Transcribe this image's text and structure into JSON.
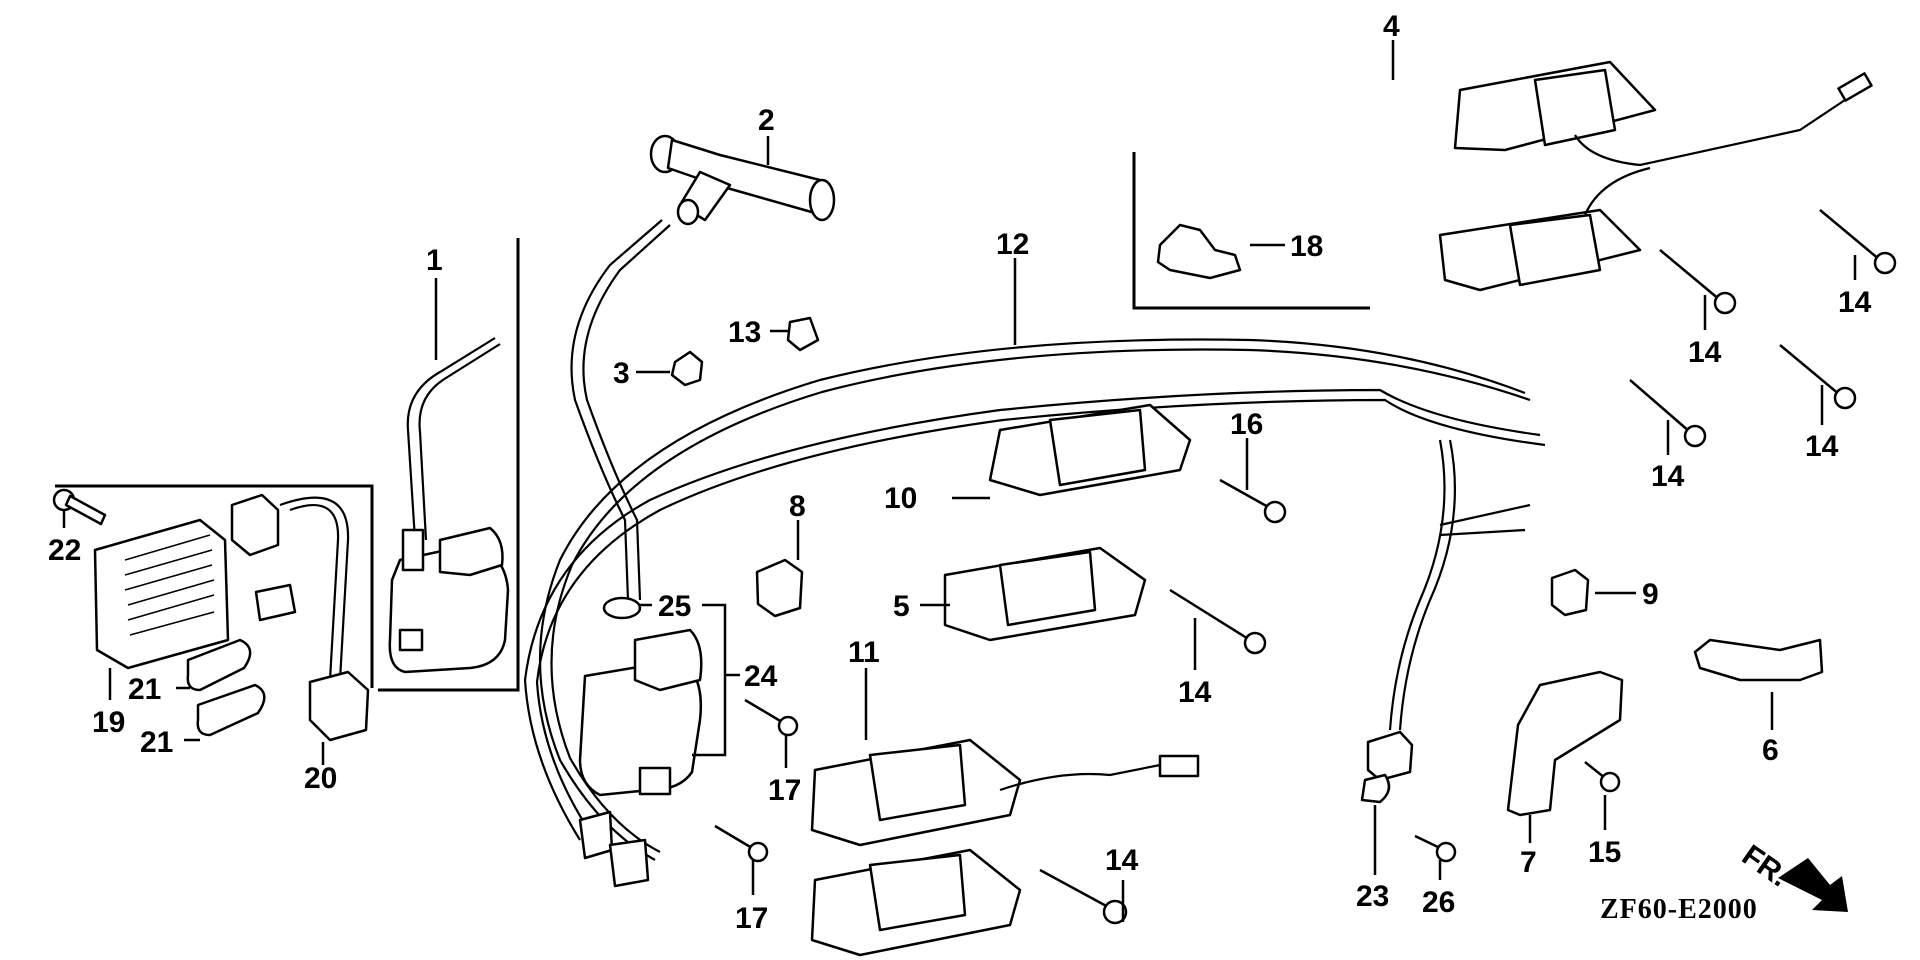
{
  "diagram": {
    "title": "",
    "drawing_code": "ZF60-E2000",
    "direction_marker": "FR.",
    "callouts": [
      {
        "id": "1",
        "label": "1"
      },
      {
        "id": "2",
        "label": "2"
      },
      {
        "id": "3",
        "label": "3"
      },
      {
        "id": "4",
        "label": "4"
      },
      {
        "id": "5",
        "label": "5"
      },
      {
        "id": "6",
        "label": "6"
      },
      {
        "id": "7",
        "label": "7"
      },
      {
        "id": "8",
        "label": "8"
      },
      {
        "id": "9",
        "label": "9"
      },
      {
        "id": "10",
        "label": "10"
      },
      {
        "id": "11",
        "label": "11"
      },
      {
        "id": "12",
        "label": "12"
      },
      {
        "id": "13",
        "label": "13"
      },
      {
        "id": "14a",
        "label": "14"
      },
      {
        "id": "14b",
        "label": "14"
      },
      {
        "id": "14c",
        "label": "14"
      },
      {
        "id": "14d",
        "label": "14"
      },
      {
        "id": "14e",
        "label": "14"
      },
      {
        "id": "14f",
        "label": "14"
      },
      {
        "id": "15",
        "label": "15"
      },
      {
        "id": "16",
        "label": "16"
      },
      {
        "id": "17a",
        "label": "17"
      },
      {
        "id": "17b",
        "label": "17"
      },
      {
        "id": "18",
        "label": "18"
      },
      {
        "id": "19",
        "label": "19"
      },
      {
        "id": "20",
        "label": "20"
      },
      {
        "id": "21a",
        "label": "21"
      },
      {
        "id": "21b",
        "label": "21"
      },
      {
        "id": "22",
        "label": "22"
      },
      {
        "id": "23",
        "label": "23"
      },
      {
        "id": "24",
        "label": "24"
      },
      {
        "id": "25",
        "label": "25"
      },
      {
        "id": "26",
        "label": "26"
      }
    ]
  }
}
